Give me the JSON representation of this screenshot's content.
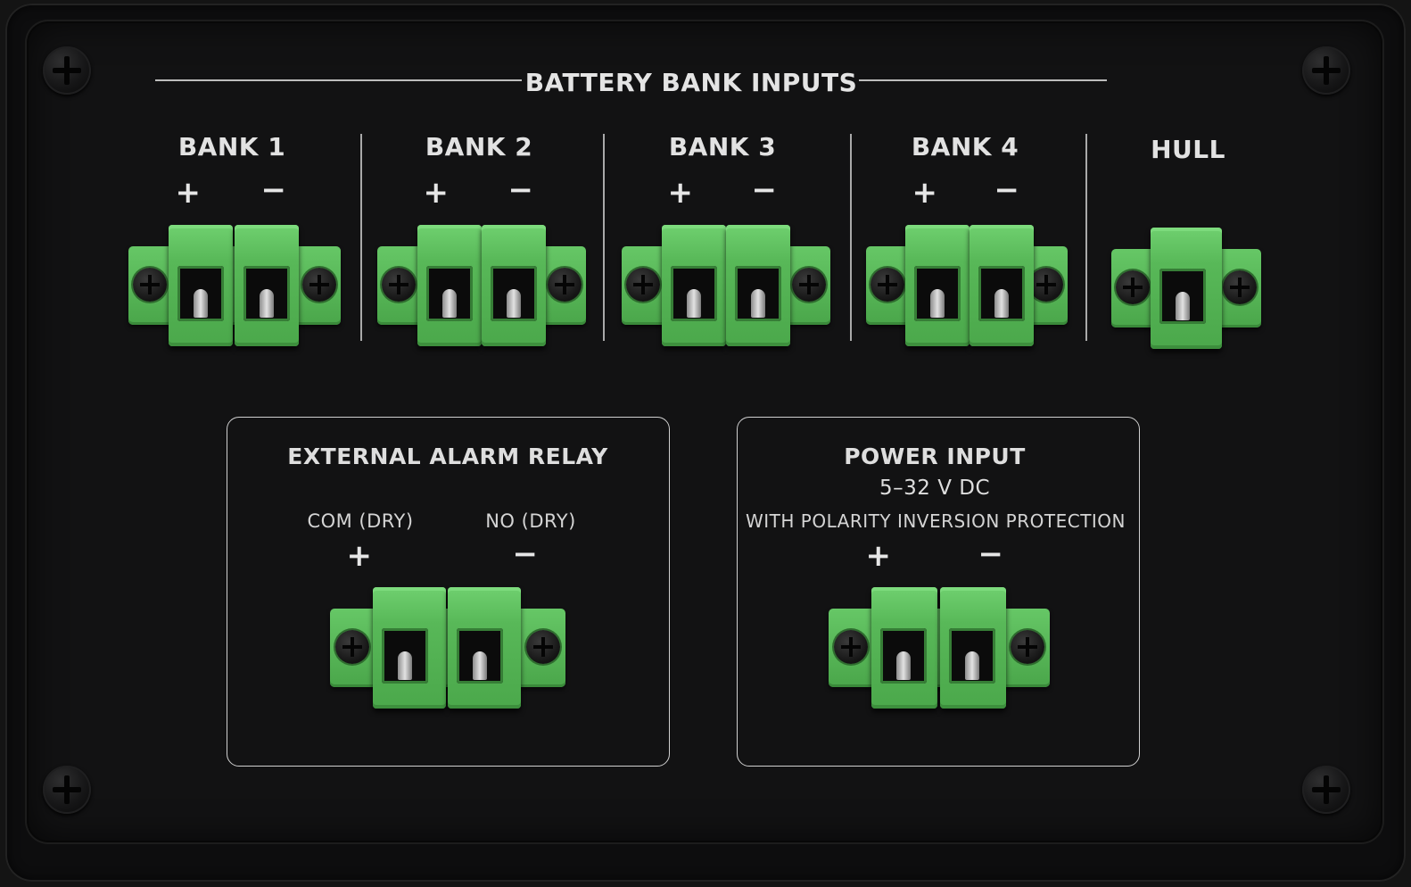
{
  "header": {
    "title": "BATTERY BANK INPUTS"
  },
  "banks": [
    {
      "label": "BANK 1",
      "plus": "+",
      "minus": "−"
    },
    {
      "label": "BANK 2",
      "plus": "+",
      "minus": "−"
    },
    {
      "label": "BANK 3",
      "plus": "+",
      "minus": "−"
    },
    {
      "label": "BANK 4",
      "plus": "+",
      "minus": "−"
    }
  ],
  "hull": {
    "label": "HULL"
  },
  "alarm": {
    "title": "EXTERNAL ALARM RELAY",
    "com": "COM (DRY)",
    "no": "NO (DRY)",
    "plus": "+",
    "minus": "−"
  },
  "power": {
    "title": "POWER INPUT",
    "voltage": "5–32 V DC",
    "note": "WITH POLARITY INVERSION PROTECTION",
    "plus": "+",
    "minus": "−"
  },
  "colors": {
    "panel": "#121213",
    "connector_green": "#5cbc5c",
    "label_text": "#dcdcdc"
  }
}
